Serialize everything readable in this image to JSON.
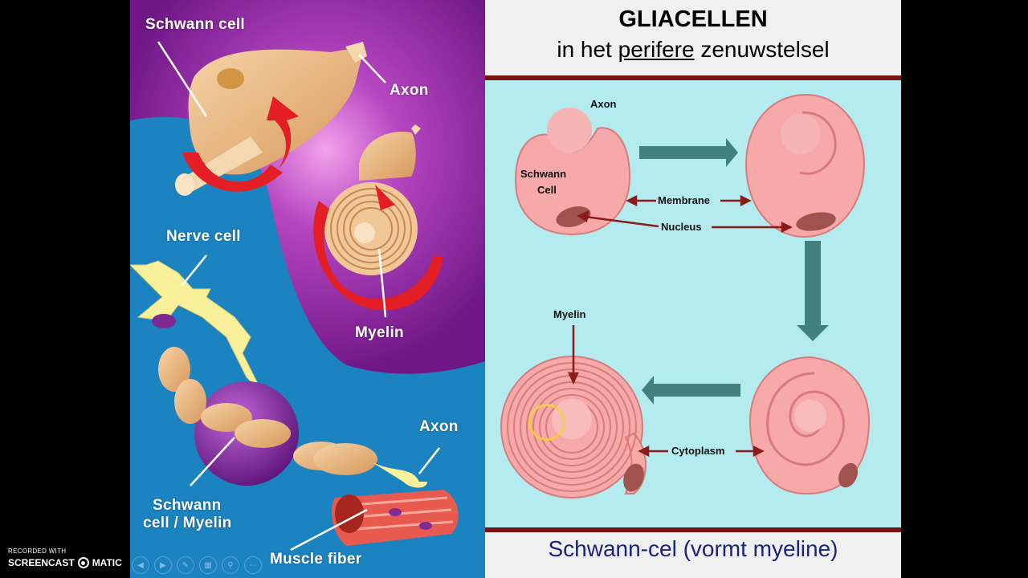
{
  "left_panel": {
    "labels": {
      "schwann_cell": "Schwann cell",
      "axon_top": "Axon",
      "nerve_cell": "Nerve cell",
      "myelin": "Myelin",
      "schwann_myelin_1": "Schwann",
      "schwann_myelin_2": "cell / Myelin",
      "axon_bottom": "Axon",
      "muscle_fiber": "Muscle fiber"
    }
  },
  "right_panel": {
    "title": "GLIACELLEN",
    "subtitle_pre": "in het ",
    "subtitle_underlined": "perifere",
    "subtitle_post": " zenuwstelsel",
    "diagram_labels": {
      "axon": "Axon",
      "schwann_1": "Schwann",
      "schwann_2": "Cell",
      "membrane": "Membrane",
      "nucleus": "Nucleus",
      "myelin": "Myelin",
      "cytoplasm": "Cytoplasm"
    },
    "caption": "Schwann-cel (vormt myeline)"
  },
  "recorder": {
    "small": "RECORDED WITH",
    "brand_left": "SCREENCAST",
    "brand_right": "MATIC"
  },
  "toolbar": {
    "buttons": [
      "previous-icon",
      "next-icon",
      "pen-icon",
      "slides-icon",
      "zoom-icon",
      "more-icon"
    ]
  },
  "colors": {
    "purple": "#7e1c92",
    "blue": "#1b83c0",
    "light_cyan": "#b3ebee",
    "cell_pink": "#f7a8a8",
    "dark_red": "#7d1214",
    "caption_blue": "#1a237e",
    "arrow_teal": "#2c6f6c"
  }
}
